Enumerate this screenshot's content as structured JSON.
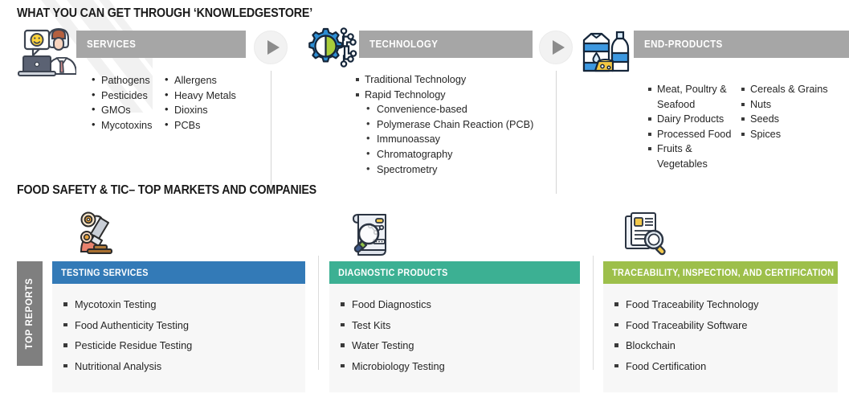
{
  "top_section": {
    "title": "WHAT YOU CAN GET THROUGH ‘KNOWLEDGESTORE’",
    "pillars": [
      {
        "id": "services",
        "header": "SERVICES",
        "icon": "support-agent-icon",
        "columns": [
          [
            "Pathogens",
            "Pesticides",
            "GMOs",
            "Mycotoxins"
          ],
          [
            "Allergens",
            "Heavy Metals",
            "Dioxins",
            "PCBs"
          ]
        ]
      },
      {
        "id": "technology",
        "header": "TECHNOLOGY",
        "icon": "gear-circuit-icon",
        "items": [
          "Traditional Technology",
          "Rapid Technology"
        ],
        "subitems": [
          "Convenience-based",
          "Polymerase Chain Reaction (PCB)",
          "Immunoassay",
          "Chromatography",
          "Spectrometry"
        ]
      },
      {
        "id": "end-products",
        "header": "END-PRODUCTS",
        "icon": "dairy-products-icon",
        "columns": [
          [
            "Meat, Poultry & Seafood",
            "Dairy Products",
            "Processed Food",
            "Fruits & Vegetables"
          ],
          [
            "Cereals & Grains",
            "Nuts",
            "Seeds",
            "Spices"
          ]
        ]
      }
    ],
    "connector_icon": "play-triangle-icon"
  },
  "bottom_section": {
    "title": "FOOD SAFETY & TIC– TOP MARKETS AND COMPANIES",
    "side_tab_label": "TOP REPORTS",
    "cards": [
      {
        "id": "testing-services",
        "header": "TESTING SERVICES",
        "color": "#337ab7",
        "icon": "microscope-robot-icon",
        "items": [
          "Mycotoxin Testing",
          "Food Authenticity Testing",
          "Pesticide Residue Testing",
          "Nutritional Analysis"
        ]
      },
      {
        "id": "diagnostic-products",
        "header": "DIAGNOSTIC PRODUCTS",
        "color": "#3cb093",
        "icon": "document-magnifier-icon",
        "items": [
          "Food Diagnostics",
          "Test Kits",
          "Water Testing",
          "Microbiology Testing"
        ]
      },
      {
        "id": "traceability-inspection-certification",
        "header": "TRACEABILITY, INSPECTION, AND CERTIFICATION",
        "color": "#9dbf4b",
        "icon": "documents-inspection-icon",
        "items": [
          "Food Traceability Technology",
          "Food Traceability Software",
          "Blockchain",
          "Food Certification"
        ]
      }
    ]
  },
  "colors": {
    "header_grey": "#a6a6a6",
    "side_tab_grey": "#7f7f7f",
    "blue": "#337ab7",
    "teal": "#3cb093",
    "green": "#9dbf4b",
    "text": "#262626"
  }
}
